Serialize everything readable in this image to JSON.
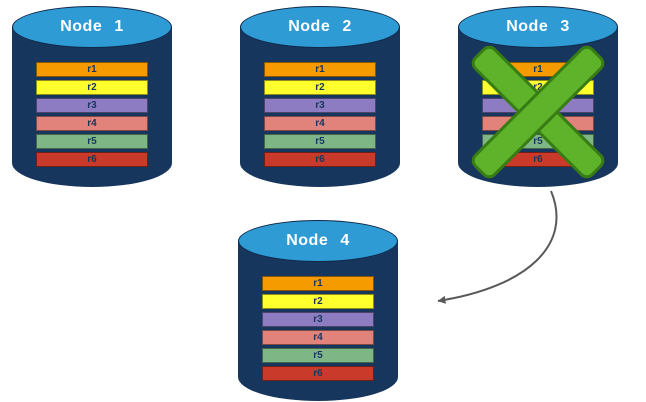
{
  "nodes": [
    {
      "title": "Node 1",
      "failed": false
    },
    {
      "title": "Node 2",
      "failed": false
    },
    {
      "title": "Node 3",
      "failed": true
    },
    {
      "title": "Node 4",
      "failed": false
    }
  ],
  "replicas": [
    {
      "label": "r1",
      "color": "#F59B00"
    },
    {
      "label": "r2",
      "color": "#FFFF2E"
    },
    {
      "label": "r3",
      "color": "#8E7CC3"
    },
    {
      "label": "r4",
      "color": "#E2837B"
    },
    {
      "label": "r5",
      "color": "#7FB685"
    },
    {
      "label": "r6",
      "color": "#C93A2B"
    }
  ],
  "colors": {
    "cylinder_body": "#17365D",
    "cylinder_top": "#2E9BD5",
    "failure_x": "#5EB32B",
    "failure_x_border": "#377D14",
    "arrow": "#595959"
  }
}
